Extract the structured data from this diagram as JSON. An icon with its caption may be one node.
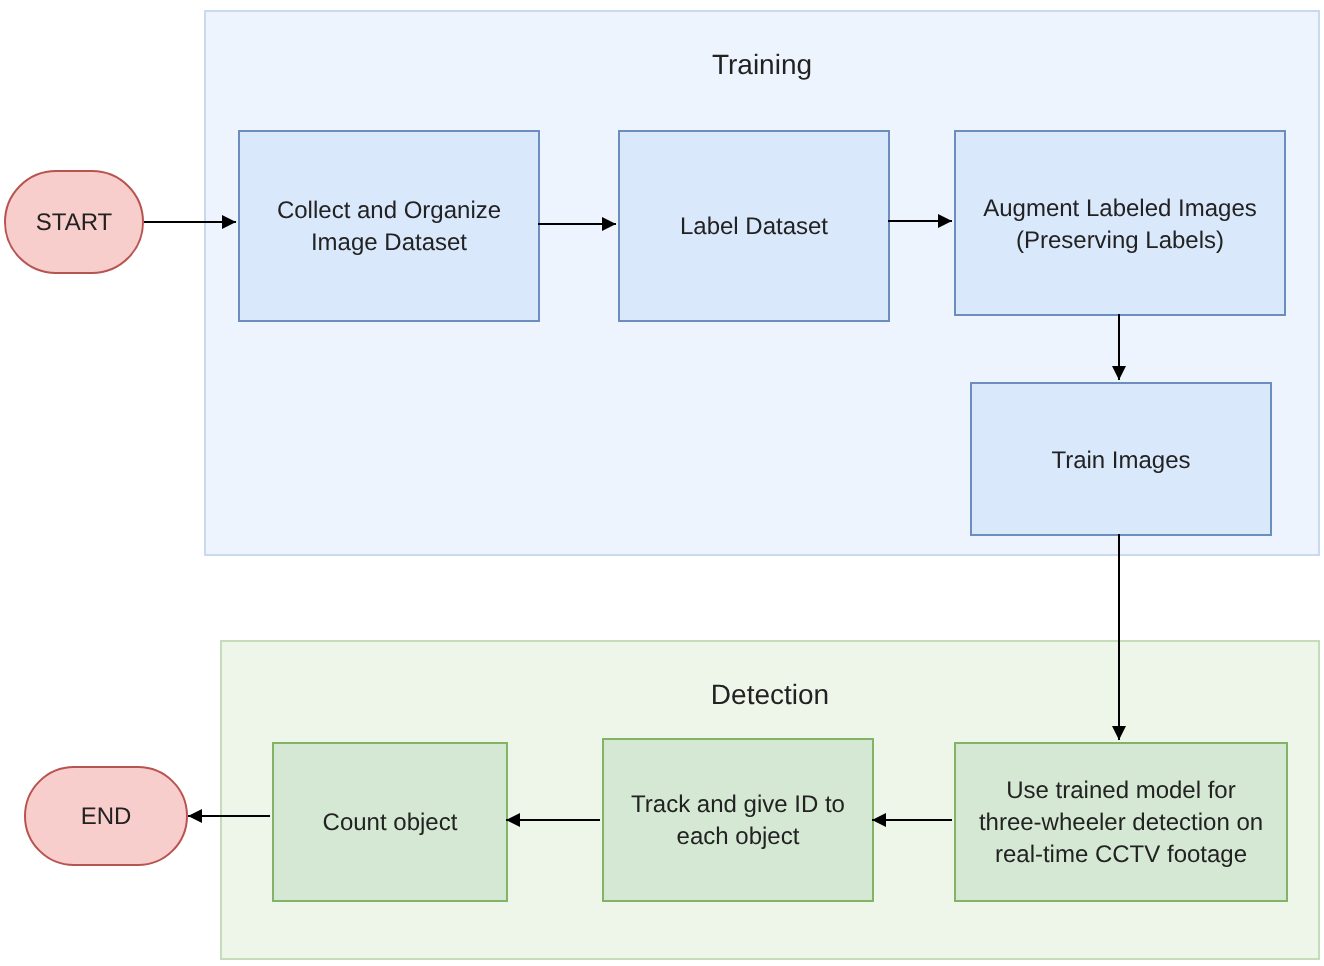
{
  "diagram": {
    "nodes": [
      {
        "text": [
          "Training"
        ]
      },
      {
        "text": [
          "START"
        ]
      },
      {
        "text": [
          "Collect and Organize Image Dataset"
        ],
        "in": 0
      },
      {
        "text": [
          "Label Dataset"
        ],
        "in": 0
      },
      {
        "text": [
          "Augment Labeled Images (Preserving Labels)"
        ],
        "in": 0
      },
      {
        "text": [
          "Train Images"
        ],
        "in": 0
      },
      {
        "text": [
          "Detection"
        ]
      },
      {
        "text": [
          "END"
        ]
      },
      {
        "text": [
          "Count object"
        ],
        "in": 6
      },
      {
        "text": [
          "Track and give ID to each object"
        ],
        "in": 6
      },
      {
        "text": [
          "Use trained model for three-wheeler detection on real-time CCTV footage"
        ],
        "in": 6
      }
    ],
    "edges": [
      {
        "from": 1,
        "to": 2,
        "arrow": "to"
      },
      {
        "from": 2,
        "to": 3,
        "arrow": "to"
      },
      {
        "from": 3,
        "to": 4,
        "arrow": "to"
      },
      {
        "from": 4,
        "to": 5,
        "arrow": "to"
      },
      {
        "from": 5,
        "to": 10,
        "arrow": "to"
      },
      {
        "from": 10,
        "to": 9,
        "arrow": "to"
      },
      {
        "from": 9,
        "to": 8,
        "arrow": "to"
      },
      {
        "from": 8,
        "to": 7,
        "arrow": "to"
      }
    ]
  }
}
